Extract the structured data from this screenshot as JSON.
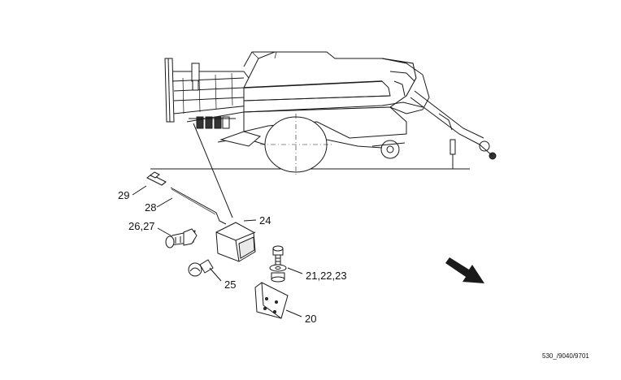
{
  "callouts": {
    "c29": "29",
    "c28": "28",
    "c2627": "26,27",
    "c24": "24",
    "c25": "25",
    "c212223": "21,22,23",
    "c20": "20"
  },
  "doc_ref": "530_/9040/9701",
  "colors": {
    "ink": "#1a1a1a",
    "paper": "#ffffff"
  },
  "icons": {
    "direction": "arrow-right-down-icon"
  }
}
